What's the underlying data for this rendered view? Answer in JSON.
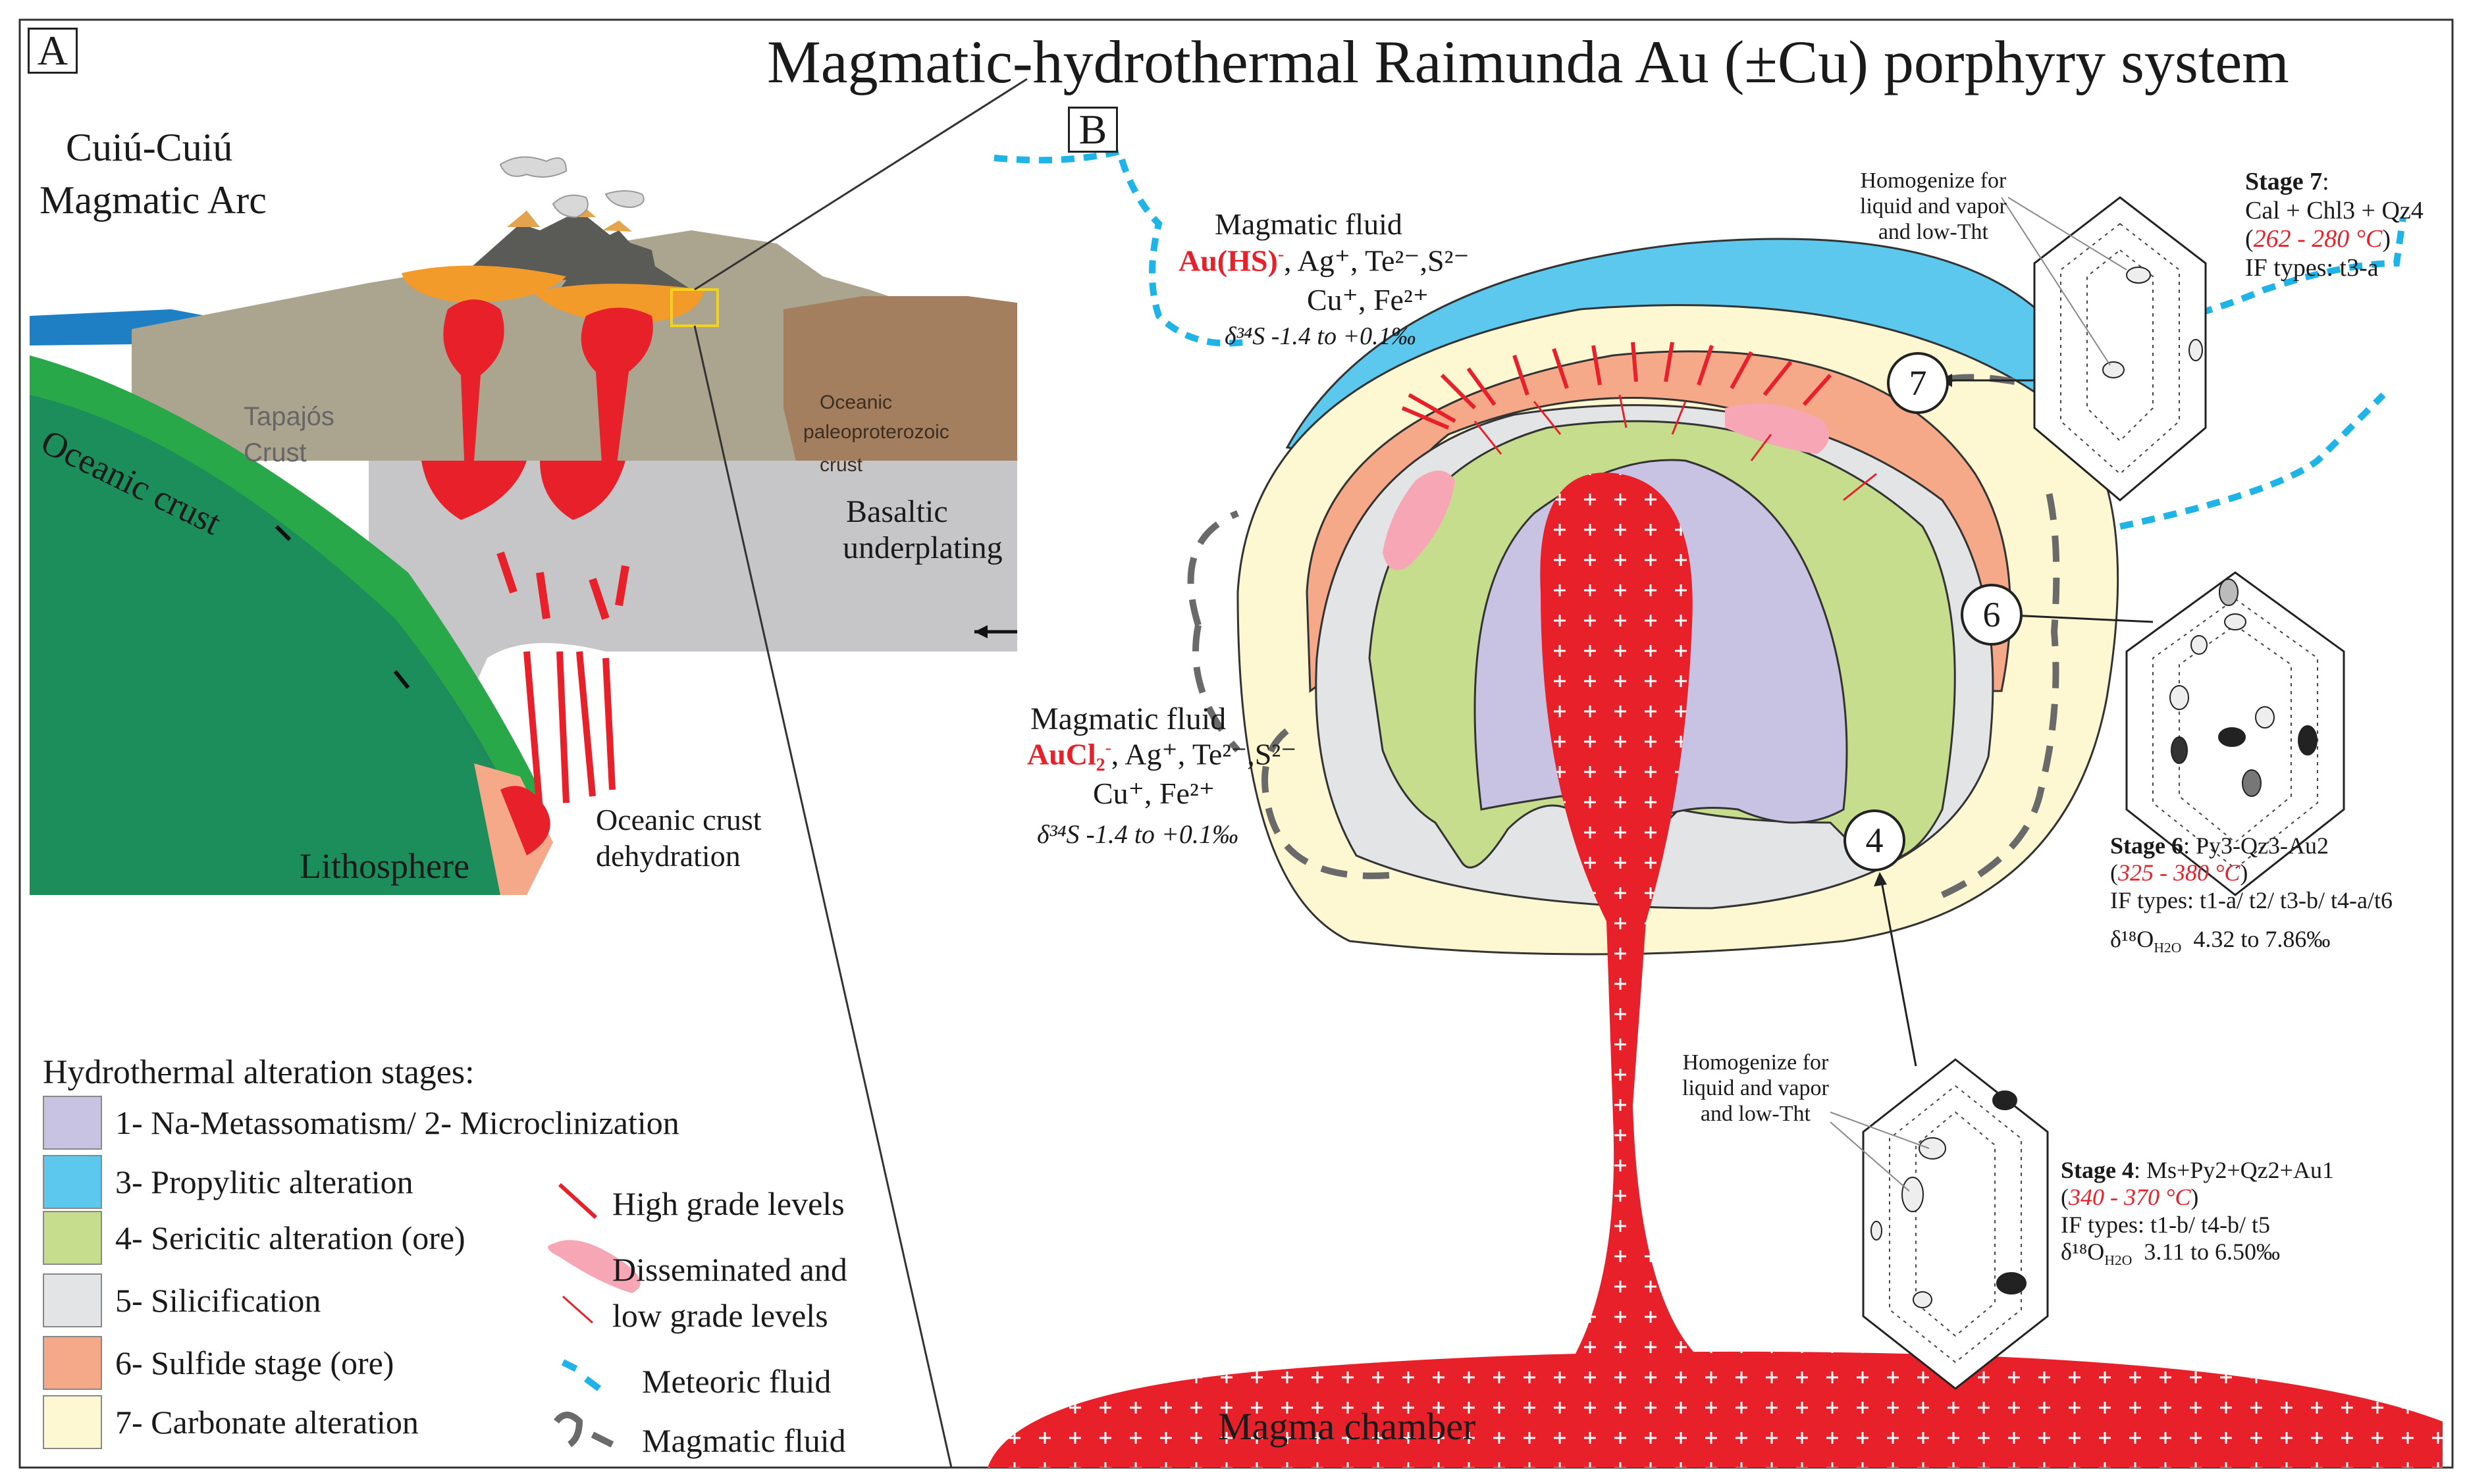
{
  "title": "Magmatic-hydrothermal Raimunda Au (±Cu) porphyry system",
  "panel_a": {
    "label": "A",
    "arc_title": [
      "Cuiú-Cuiú",
      "Magmatic Arc"
    ],
    "tapajos": [
      "Tapajós",
      "Crust"
    ],
    "oceanic_paleo": [
      "Oceanic",
      "paleoproterozoic",
      "crust"
    ],
    "basaltic": [
      "Basaltic",
      "underplating"
    ],
    "oceanic_crust": "Oceanic crust",
    "lithosphere": "Lithosphere",
    "dehydration": [
      "Oceanic crust",
      "dehydration"
    ]
  },
  "panel_b": {
    "label": "B",
    "fluid_top": {
      "title": "Magmatic fluid",
      "species_red": "Au(HS)",
      "species_rest": ", Ag⁺, Te²⁻,S²⁻",
      "line2": "Cu⁺, Fe²⁺",
      "delta": "δ³⁴S -1.4 to +0.1‰"
    },
    "fluid_left": {
      "title": "Magmatic fluid",
      "species_red": "AuCl₂",
      "species_rest": ", Ag⁺, Te²⁻,S²⁻",
      "line2": "Cu⁺, Fe²⁺",
      "delta": "δ³⁴S -1.4 to +0.1‰"
    },
    "magma_chamber": "Magma chamber",
    "markers": [
      "7",
      "6",
      "4"
    ],
    "homogenize": [
      "Homogenize for",
      "liquid and vapor",
      "and low-Tht"
    ],
    "stage7": {
      "name": "Stage 7",
      "assemblage": "Cal + Chl3 + Qz4",
      "temp": "262 - 280 °C",
      "if_types": "IF types: t3-a"
    },
    "stage6": {
      "name": "Stage 6",
      "assemblage": "Py3-Qz3-Au2",
      "temp": "325 - 380 °C",
      "if_types": "IF types: t1-a/ t2/ t3-b/ t4-a/t6",
      "delta": "δ¹⁸O",
      "delta_sub": "H2O",
      "delta_val": "4.32 to 7.86‰"
    },
    "stage4": {
      "name": "Stage 4",
      "assemblage": "Ms+Py2+Qz2+Au1",
      "temp": "340 - 370 °C",
      "if_types": "IF types: t1-b/ t4-b/ t5",
      "delta": "δ¹⁸O",
      "delta_sub": "H2O",
      "delta_val": "3.11 to 6.50‰"
    }
  },
  "legend": {
    "heading": "Hydrothermal alteration stages:",
    "stages": [
      {
        "label": "1- Na-Metassomatism/ 2- Microclinization",
        "color": "#c9c3e3"
      },
      {
        "label": "3- Propylitic alteration",
        "color": "#5cc8ee"
      },
      {
        "label": "4- Sericitic alteration (ore)",
        "color": "#c5dd8c"
      },
      {
        "label": "5- Silicification",
        "color": "#e3e4e6"
      },
      {
        "label": "6- Sulfide stage (ore)",
        "color": "#f6a988"
      },
      {
        "label": "7- Carbonate alteration",
        "color": "#fdf8d2"
      }
    ],
    "symbols": {
      "high_grade": "High grade levels",
      "disseminated": [
        "Disseminated and",
        "low grade levels"
      ],
      "meteoric": "Meteoric fluid",
      "magmatic": "Magmatic fluid"
    }
  }
}
